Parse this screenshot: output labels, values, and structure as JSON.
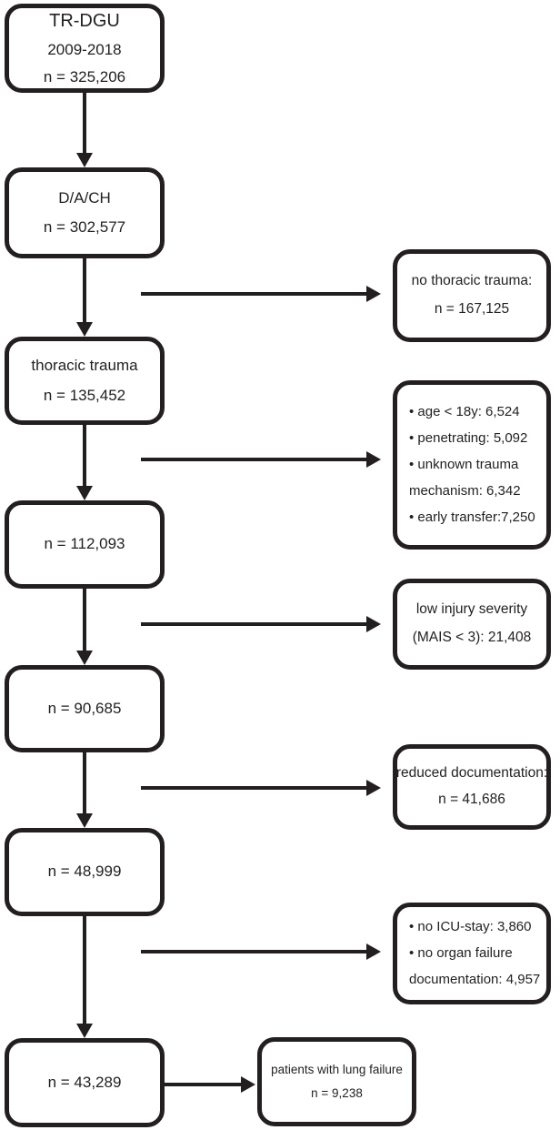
{
  "diagram_type": "patient-flowchart",
  "colors": {
    "stroke": "#231f20",
    "text": "#231f20",
    "background": "#ffffff"
  },
  "flow": {
    "main": [
      {
        "id": "tr-dgu",
        "lines": [
          "TR-DGU",
          "2009-2018",
          "n = 325,206"
        ]
      },
      {
        "id": "dach",
        "lines": [
          "D/A/CH",
          "n = 302,577"
        ]
      },
      {
        "id": "thoracic-trauma",
        "lines": [
          "thoracic trauma",
          "n = 135,452"
        ]
      },
      {
        "id": "n-112093",
        "lines": [
          "n = 112,093"
        ]
      },
      {
        "id": "n-90685",
        "lines": [
          "n = 90,685"
        ]
      },
      {
        "id": "n-48999",
        "lines": [
          "n = 48,999"
        ]
      },
      {
        "id": "n-43289",
        "lines": [
          "n = 43,289"
        ]
      }
    ],
    "exclusions": [
      {
        "id": "no-thoracic-trauma",
        "lines": [
          "no thoracic trauma:",
          "n = 167,125"
        ]
      },
      {
        "id": "exclusion-criteria",
        "lines": [
          "• age < 18y: 6,524",
          "• penetrating: 5,092",
          "• unknown trauma",
          "mechanism: 6,342",
          "• early transfer:7,250"
        ]
      },
      {
        "id": "low-injury-severity",
        "lines": [
          "low injury severity",
          "(MAIS < 3): 21,408"
        ]
      },
      {
        "id": "reduced-documentation",
        "lines": [
          "reduced documentation:",
          "n = 41,686"
        ]
      },
      {
        "id": "no-icu-documentation",
        "lines": [
          "• no ICU-stay: 3,860",
          "• no organ failure",
          "documentation: 4,957"
        ]
      }
    ],
    "outcome": {
      "id": "lung-failure",
      "lines": [
        "patients with lung failure",
        "n = 9,238"
      ]
    }
  }
}
